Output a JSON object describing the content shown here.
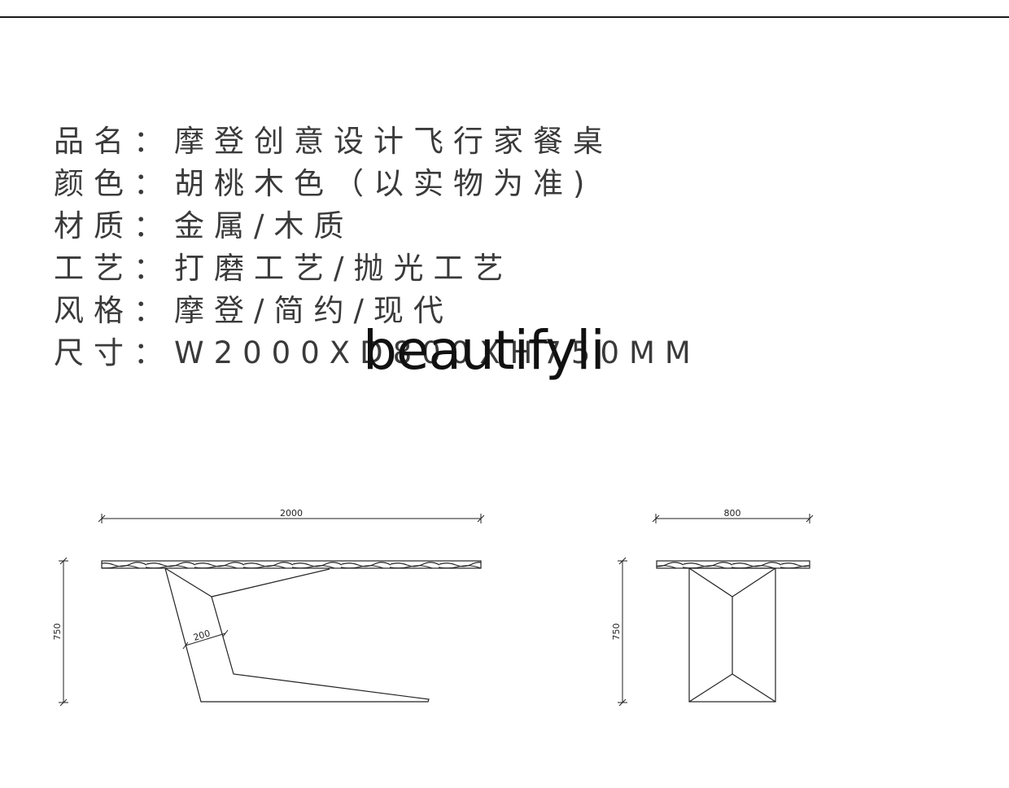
{
  "specs": [
    {
      "label": "品名：",
      "value": "摩登创意设计飞行家餐桌"
    },
    {
      "label": "颜色：",
      "value": "胡桃木色（以实物为准)"
    },
    {
      "label": "材质：",
      "value": "金属/木质"
    },
    {
      "label": "工艺：",
      "value": "打磨工艺/抛光工艺"
    },
    {
      "label": "风格：",
      "value": "摩登/简约/现代"
    },
    {
      "label": "尺寸：",
      "value": "W2000XD800XH750MM"
    }
  ],
  "watermark": "beautifyli",
  "drawings": {
    "side_view": {
      "width_label": "2000",
      "height_label": "750",
      "leg_label": "200"
    },
    "end_view": {
      "width_label": "800",
      "height_label": "750"
    }
  }
}
